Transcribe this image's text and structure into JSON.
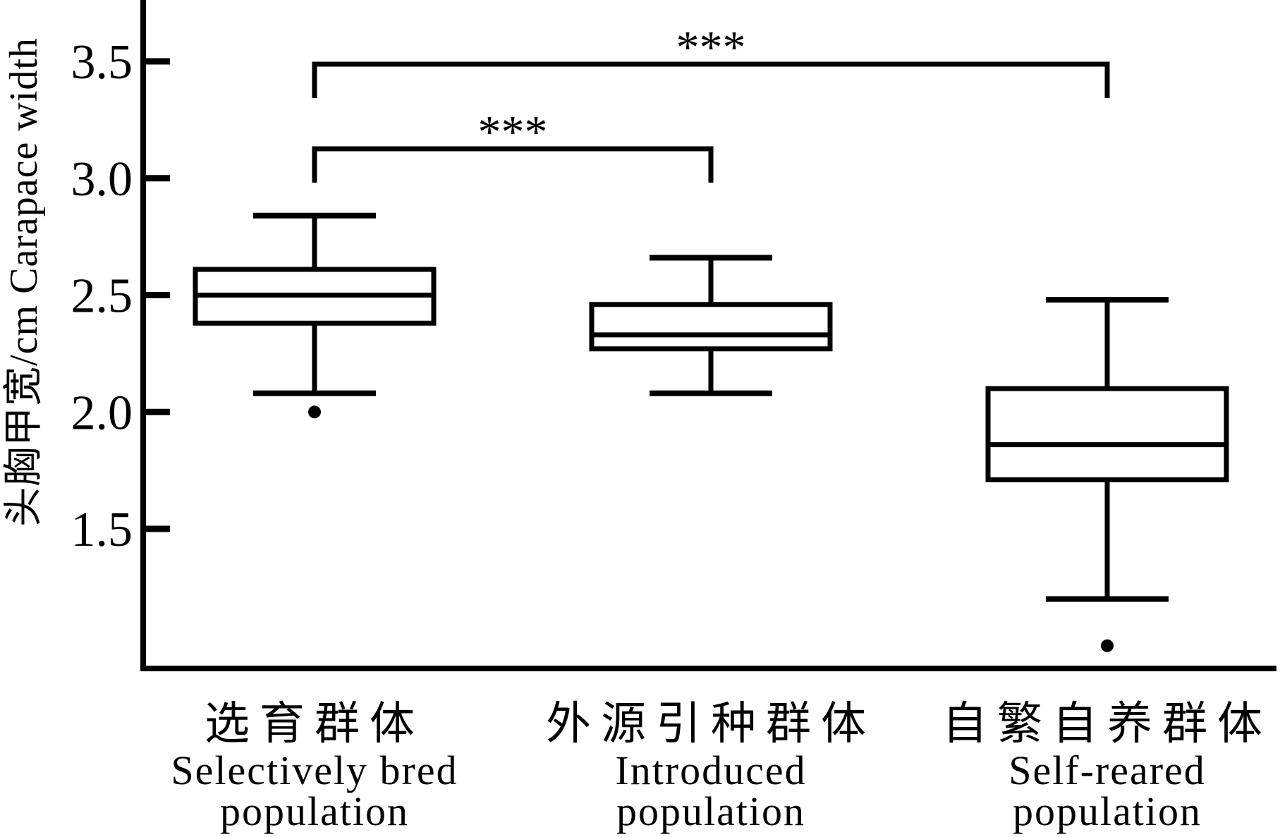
{
  "chart_data": {
    "type": "boxplot",
    "title": "",
    "ylabel": "头胸甲宽/cm Carapace width",
    "ylim": [
      0.9,
      3.76
    ],
    "yticks": [
      3.5,
      3.0,
      2.5,
      2.0,
      1.5
    ],
    "ytick_labels": [
      "3.5",
      "3.0",
      "2.5",
      "2.0",
      "1.5"
    ],
    "grid": false,
    "legend": null,
    "categories": [
      {
        "label_zh": "选育群体",
        "label_en_line1": "Selectively bred",
        "label_en_line2": "population"
      },
      {
        "label_zh": "外源引种群体",
        "label_en_line1": "Introduced",
        "label_en_line2": "population"
      },
      {
        "label_zh": "自繁自养群体",
        "label_en_line1": "Self-reared",
        "label_en_line2": "population"
      }
    ],
    "series": [
      {
        "name": "选育群体 Selectively bred population",
        "whisker_low": 2.08,
        "q1": 2.38,
        "median": 2.5,
        "q3": 2.61,
        "whisker_high": 2.84,
        "outliers": [
          2.0
        ]
      },
      {
        "name": "外源引种群体 Introduced population",
        "whisker_low": 2.08,
        "q1": 2.27,
        "median": 2.33,
        "q3": 2.46,
        "whisker_high": 2.66,
        "outliers": []
      },
      {
        "name": "自繁自养群体 Self-reared population",
        "whisker_low": 1.2,
        "q1": 1.71,
        "median": 1.86,
        "q3": 2.1,
        "whisker_high": 2.48,
        "outliers": [
          1.0
        ]
      }
    ],
    "annotations": [
      {
        "type": "significance-bracket",
        "between": [
          0,
          1
        ],
        "label": "***"
      },
      {
        "type": "significance-bracket",
        "between": [
          0,
          2
        ],
        "label": "***"
      }
    ],
    "colors": {
      "stroke": "#000000",
      "box_fill": "#ffffff",
      "background": "#ffffff"
    }
  }
}
